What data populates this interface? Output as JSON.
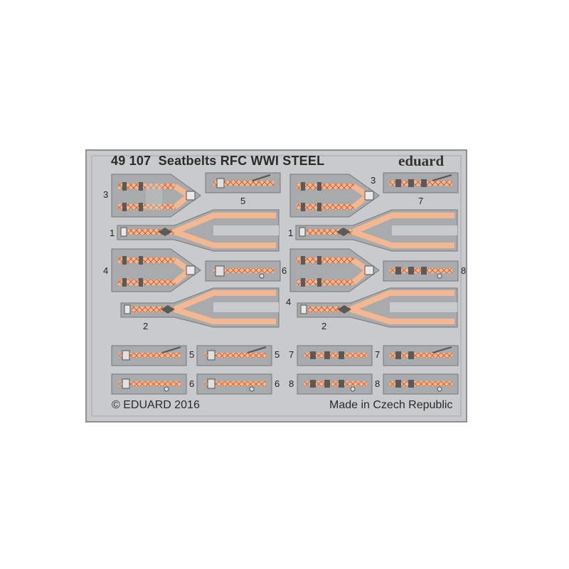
{
  "fret": {
    "code": "49 107",
    "title": "Seatbelts RFC WWI  STEEL",
    "brand": "eduard",
    "copyright": "© EDUARD 2016",
    "origin": "Made in Czech Republic"
  },
  "part_numbers": {
    "p3a": "3",
    "p5a": "5",
    "p3b": "3",
    "p7a": "7",
    "p1a": "1",
    "p1b": "1",
    "p4a": "4",
    "p6a": "6",
    "p4b": "4",
    "p8a": "8",
    "p2a": "2",
    "p2b": "2",
    "p5b": "5",
    "p5c": "5",
    "p7b": "7",
    "p7c": "7",
    "p6b": "6",
    "p6c": "6",
    "p8b": "8",
    "p8c": "8"
  },
  "colors": {
    "frame": "#c8cacc",
    "frame_edge": "#8e9092",
    "part_bg": "#a8aaac",
    "belt": "#f0b28e",
    "belt_pattern": "#c8623a",
    "hardware": "#5a5a5a"
  }
}
